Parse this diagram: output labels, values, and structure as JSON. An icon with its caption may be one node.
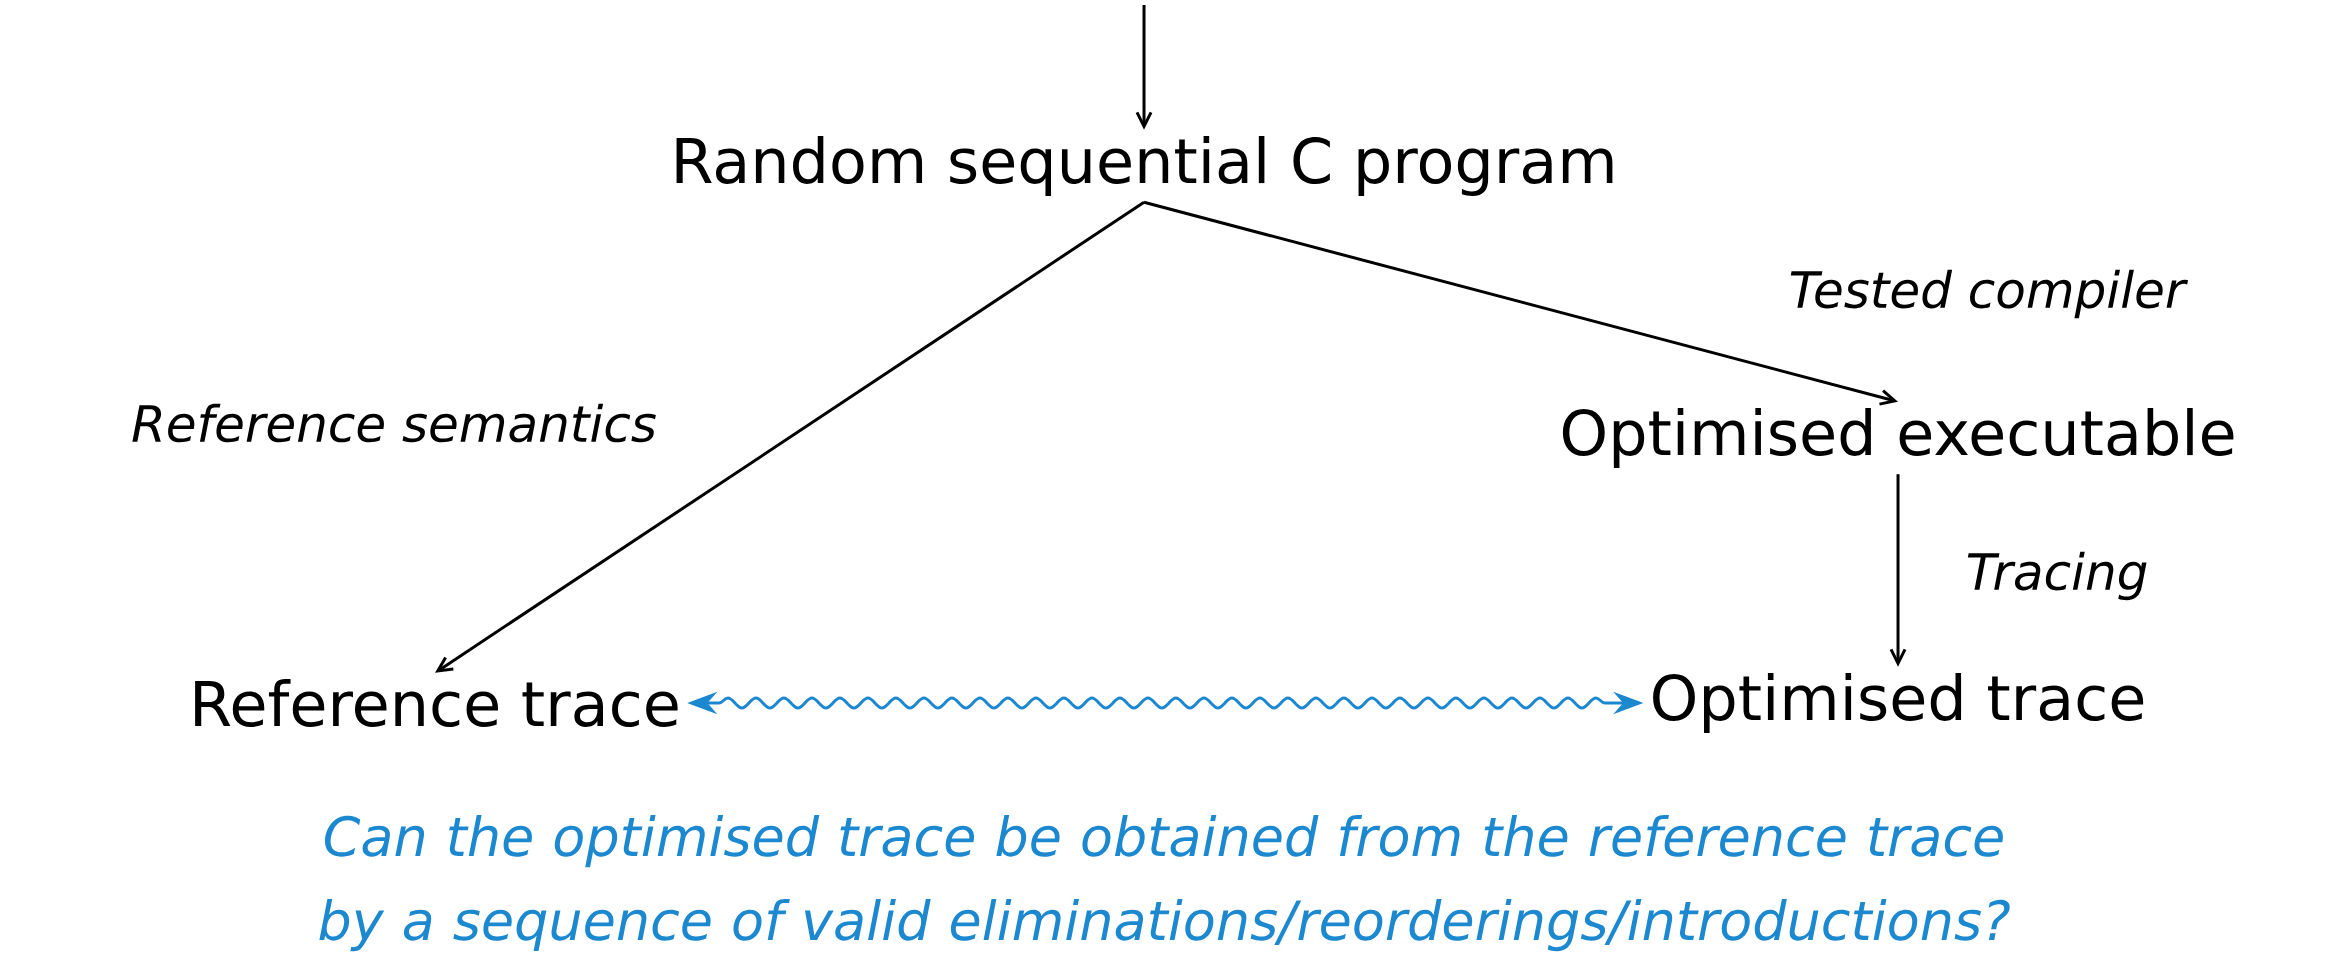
{
  "diagram": {
    "caption": "Can the optimised trace be obtained from the reference trace by a sequence of valid eliminations/reorderings/introductions?",
    "nodes": [
      {
        "text": [
          "Random sequential C program"
        ]
      },
      {
        "text": [
          "Optimised executable"
        ]
      },
      {
        "text": [
          "Reference trace"
        ]
      },
      {
        "text": [
          "Optimised trace"
        ]
      }
    ],
    "edges": [
      {
        "from": null,
        "to": 0,
        "arrow": "to"
      },
      {
        "from": 0,
        "to": 2,
        "arrow": "to",
        "label": "Reference semantics"
      },
      {
        "from": 0,
        "to": 1,
        "arrow": "to",
        "label": "Tested compiler"
      },
      {
        "from": 1,
        "to": 3,
        "arrow": "to",
        "label": "Tracing"
      },
      {
        "from": 2,
        "to": 3,
        "arrow": "both",
        "color": "#1b88cf"
      }
    ]
  }
}
